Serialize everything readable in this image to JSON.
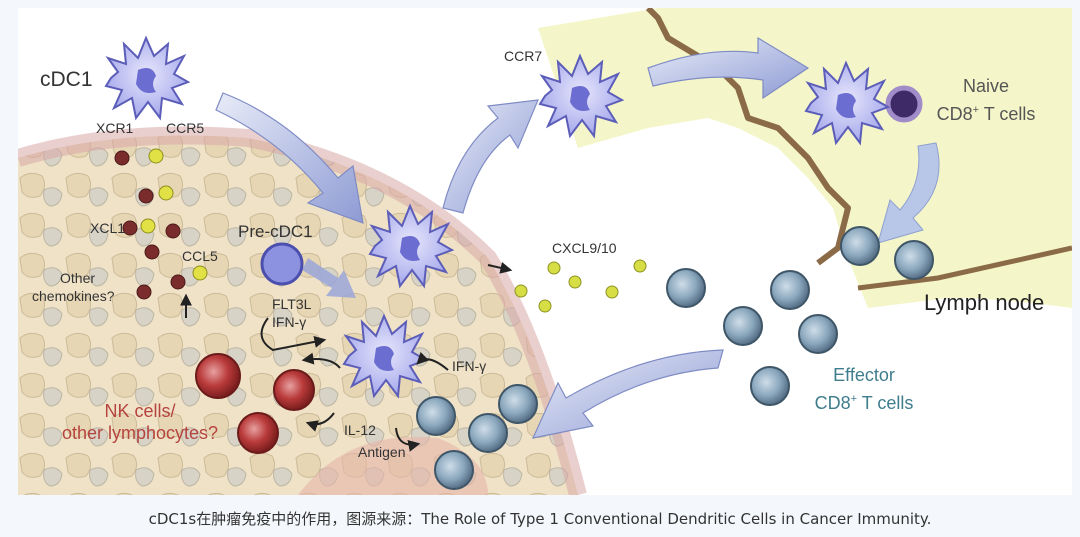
{
  "labels": {
    "cdc1": "cDC1",
    "xcr1": "XCR1",
    "ccr5": "CCR5",
    "xcl1": "XCL1",
    "ccl5": "CCL5",
    "other_chemokines_1": "Other",
    "other_chemokines_2": "chemokines?",
    "pre_cdc1": "Pre-cDC1",
    "flt3l": "FLT3L",
    "ifng_1": "IFN-γ",
    "ifng_2": "IFN-γ",
    "il12": "IL-12",
    "antigen": "Antigen",
    "ccr7": "CCR7",
    "cxcl910": "CXCL9/10",
    "naive_1": "Naive",
    "naive_2_pre": "CD8",
    "naive_2_sup": "+",
    "naive_2_post": " T cells",
    "lymph_node": "Lymph node",
    "effector_1": "Effector",
    "effector_2_pre": "CD8",
    "effector_2_sup": "+",
    "effector_2_post": " T cells",
    "nk_1": "NK cells/",
    "nk_2": "other lymphocytes?"
  },
  "caption": "cDC1s在肿瘤免疫中的作用，图源来源：The Role of Type 1 Conventional Dendritic Cells in Cancer Immunity.",
  "colors": {
    "dc_fill": "#b6b9ef",
    "dc_stroke": "#5b5db8",
    "nucleus": "#6b6dd0",
    "lymph_bg": "#f3f5c6",
    "lymph_border": "#8a6a4a",
    "tissue": "#f0e1c8",
    "tcell": "#7f9fb8",
    "nk": "#b7393a",
    "chemokine_yellow": "#e0e040",
    "chemokine_red": "#7a2c2c",
    "arrow": "#aab6df"
  }
}
